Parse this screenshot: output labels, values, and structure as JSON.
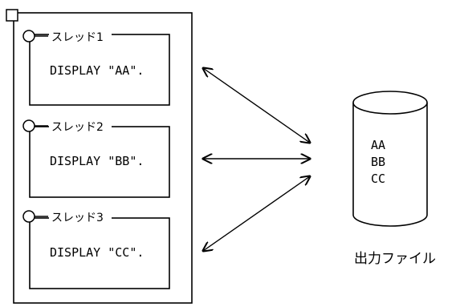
{
  "process": {
    "threads": [
      {
        "label": "スレッド1",
        "statement": "DISPLAY \"AA\"."
      },
      {
        "label": "スレッド2",
        "statement": "DISPLAY \"BB\"."
      },
      {
        "label": "スレッド3",
        "statement": "DISPLAY \"CC\"."
      }
    ]
  },
  "output_file": {
    "caption": "出力ファイル",
    "lines": [
      "AA",
      "BB",
      "CC"
    ]
  }
}
